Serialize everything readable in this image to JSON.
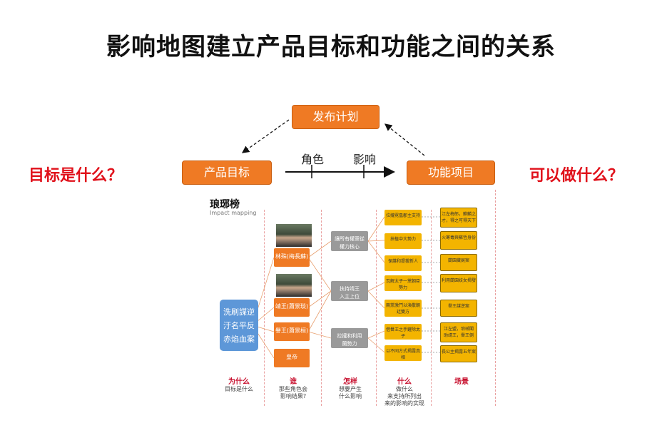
{
  "title": "影响地图建立产品目标和功能之间的关系",
  "top_nodes": {
    "release": "发布计划",
    "goal": "产品目标",
    "feature": "功能项目",
    "actor_label": "角色",
    "impact_label": "影响"
  },
  "questions": {
    "left": "目标是什么？",
    "right": "可以做什么？"
  },
  "embedded": {
    "heading": "琅琊榜",
    "subheading": "Impact mapping",
    "goal_lines": [
      "洗刷謀逆",
      "汙名平反",
      "赤焰血案"
    ],
    "actors": [
      "林殊(梅長蘇)",
      "靖王(蕭景琰)",
      "譽王(蕭景桓)",
      "皇帝"
    ],
    "impacts": [
      "讓所有權黨從\n權力核心",
      "扶持靖王\n入主上位",
      "拉攏和利用\n蘭勢力"
    ],
    "deliverables": [
      "拉攏霓凰郡主支持",
      "扶植中大勢力",
      "保護和提拔新人",
      "瓦解太子一黨朝臣勢力",
      "兩黨激鬥以渙散朝廷雙方",
      "借譽王之手鏟除太子",
      "以不同方式揭露真相"
    ],
    "scenes": [
      "江左梅郎，麒麟之才，得之可得天下",
      "火寒毒與蘇哲身份",
      "蘭園藏屍案",
      "利用蘭園妓女揭發",
      "譽王謀逆案",
      "江左盟，琅琊閣\n助靖王，譽王倒",
      "長公主揭露五年案"
    ],
    "columns": [
      {
        "head": "为什么",
        "sub": "目标是什么"
      },
      {
        "head": "谁",
        "sub": "那些角色会\n影响结果?"
      },
      {
        "head": "怎样",
        "sub": "想要产生\n什么影响"
      },
      {
        "head": "什么",
        "sub": "做什么\n来支持所列出\n来的影响的实现"
      },
      {
        "head": "场景",
        "sub": ""
      }
    ]
  },
  "colors": {
    "orange": "#ef7a24",
    "red": "#e0101a",
    "blue": "#5d97d8",
    "yellow": "#f3b400",
    "grey": "#9a9a9a"
  }
}
